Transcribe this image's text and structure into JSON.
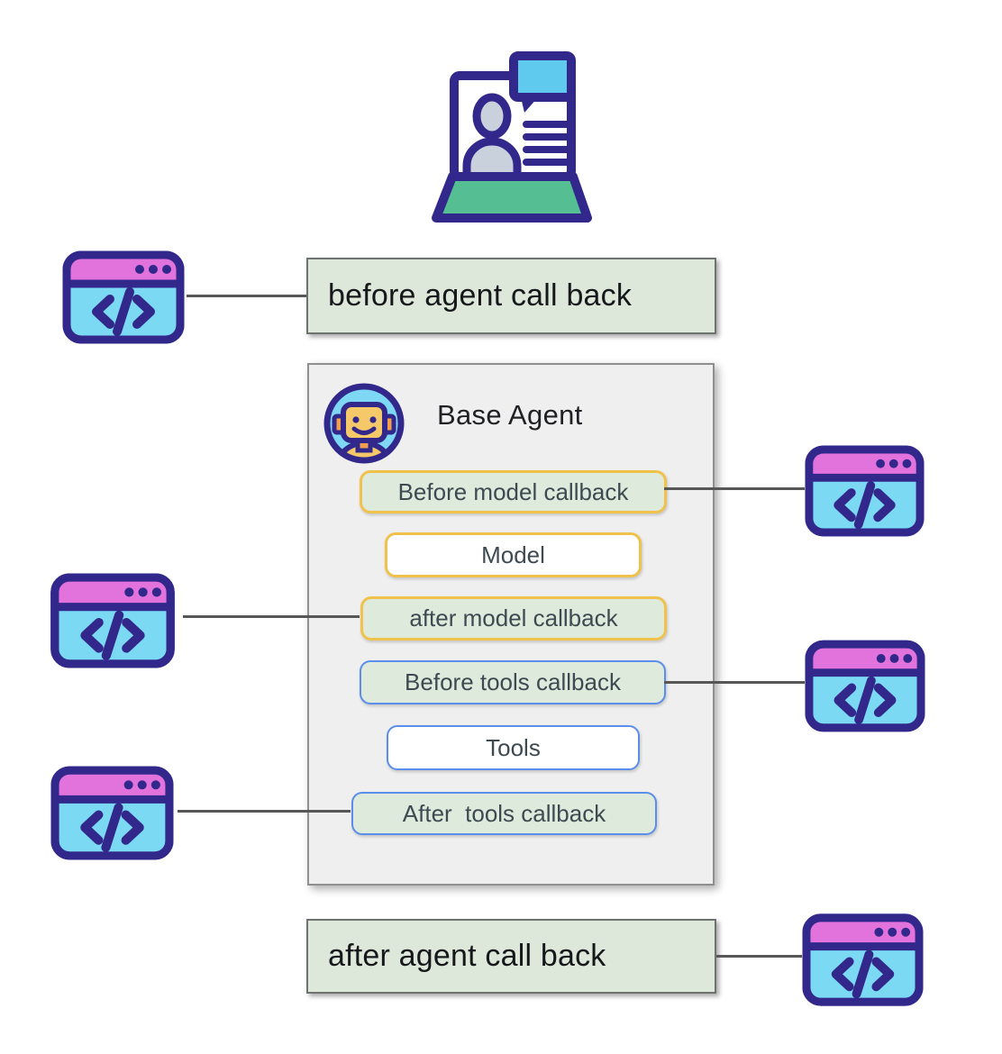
{
  "agent_panel": {
    "title": "Base Agent",
    "items": [
      {
        "label": "Before model callback"
      },
      {
        "label": "Model"
      },
      {
        "label": "after model callback"
      },
      {
        "label": "Before tools callback"
      },
      {
        "label": "Tools"
      },
      {
        "label": "After  tools callback"
      }
    ]
  },
  "callout_boxes": {
    "before_agent": {
      "label": "before agent call back"
    },
    "after_agent": {
      "label": "after agent call back"
    }
  },
  "icons": {
    "header": "laptop-person-chat-icon",
    "agent": "robot-face-icon",
    "callback_source": "code-window-icon"
  },
  "colors": {
    "indigo_outline": "#32288C",
    "window_titlebar_pink": "#E273DC",
    "window_body_cyan": "#7BD9F3",
    "speech_bubble_cyan": "#5FC9EE",
    "laptop_base_green": "#55BE93",
    "avatar_gray": "#C9D2DC",
    "robot_face_yellow": "#F5C869",
    "robot_accent_orange": "#EF9F4E",
    "callout_green_fill": "#DDE8DA",
    "inner_green_fill": "#DEEADB",
    "model_border_yellow": "#F0C24B",
    "tools_border_blue": "#5B8DEB",
    "panel_gray_fill": "#EFEFEF",
    "connector_gray": "#575757"
  }
}
